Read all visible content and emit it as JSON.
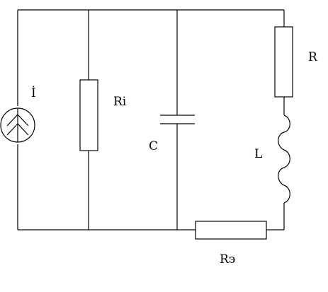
{
  "labels": {
    "current_source": "İ",
    "internal_resistance": "Ri",
    "capacitor": "C",
    "resistor": "R",
    "inductor": "L",
    "ground_resistor": "Rэ"
  },
  "colors": {
    "line": "#000000",
    "background": "#ffffff"
  }
}
